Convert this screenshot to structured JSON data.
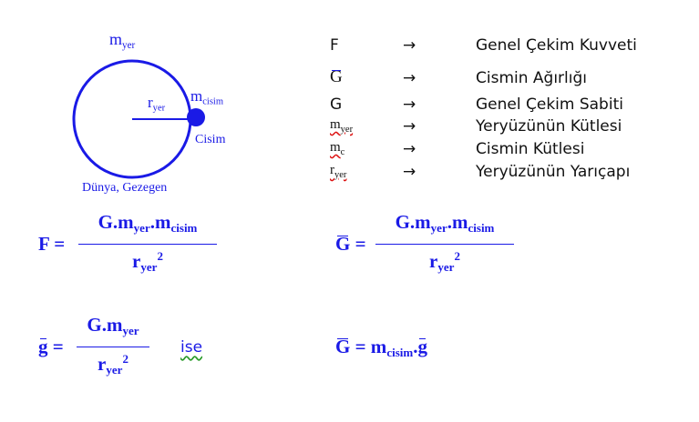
{
  "diagram": {
    "m_yer": "m",
    "m_yer_sub": "yer",
    "r_yer": "r",
    "r_yer_sub": "yer",
    "m_cisim": "m",
    "m_cisim_sub": "cisim",
    "cisim_label": "Cisim",
    "planet_label": "Dünya, Gezegen"
  },
  "legend": [
    {
      "symbol": "F",
      "arrow": "→",
      "desc": "Genel Çekim Kuvveti"
    },
    {
      "symbol": "G",
      "arrow": "→",
      "desc": "Cismin Ağırlığı"
    },
    {
      "symbol": "G",
      "arrow": "→",
      "desc": "Genel Çekim Sabiti"
    },
    {
      "symbol": "m",
      "symbol_sub": "yer",
      "arrow": "→",
      "desc": "Yeryüzünün Kütlesi"
    },
    {
      "symbol": "m",
      "symbol_sub": "c",
      "arrow": "→",
      "desc": "Cismin Kütlesi"
    },
    {
      "symbol": "r",
      "symbol_sub": "yer",
      "arrow": "→",
      "desc": "Yeryüzünün Yarıçapı"
    }
  ],
  "formulas": {
    "f1_lhs": "F =",
    "f1_num": "G.m",
    "f1_num_sub1": "yer",
    "f1_num_mid": ".m",
    "f1_num_sub2": "cisim",
    "f1_den": "r",
    "f1_den_sub": "yer",
    "f1_den_sup": "2",
    "f2_lhs_sym": "G",
    "f2_eq": "=",
    "f2_num": "G.m",
    "f2_num_sub1": "yer",
    "f2_num_mid": ".m",
    "f2_num_sub2": "cisim",
    "f2_den": "r",
    "f2_den_sub": "yer",
    "f2_den_sup": "2",
    "f3_lhs_sym": "g",
    "f3_eq": "=",
    "f3_num": "G.m",
    "f3_num_sub": "yer",
    "f3_den": "r",
    "f3_den_sub": "yer",
    "f3_den_sup": "2",
    "ise": "ise",
    "f4_lhs_sym": "G",
    "f4_eq": "= m",
    "f4_sub": "cisim",
    "f4_dot": ".",
    "f4_g": "g"
  },
  "colors": {
    "accent": "#1a1ae6",
    "text": "#111111"
  }
}
